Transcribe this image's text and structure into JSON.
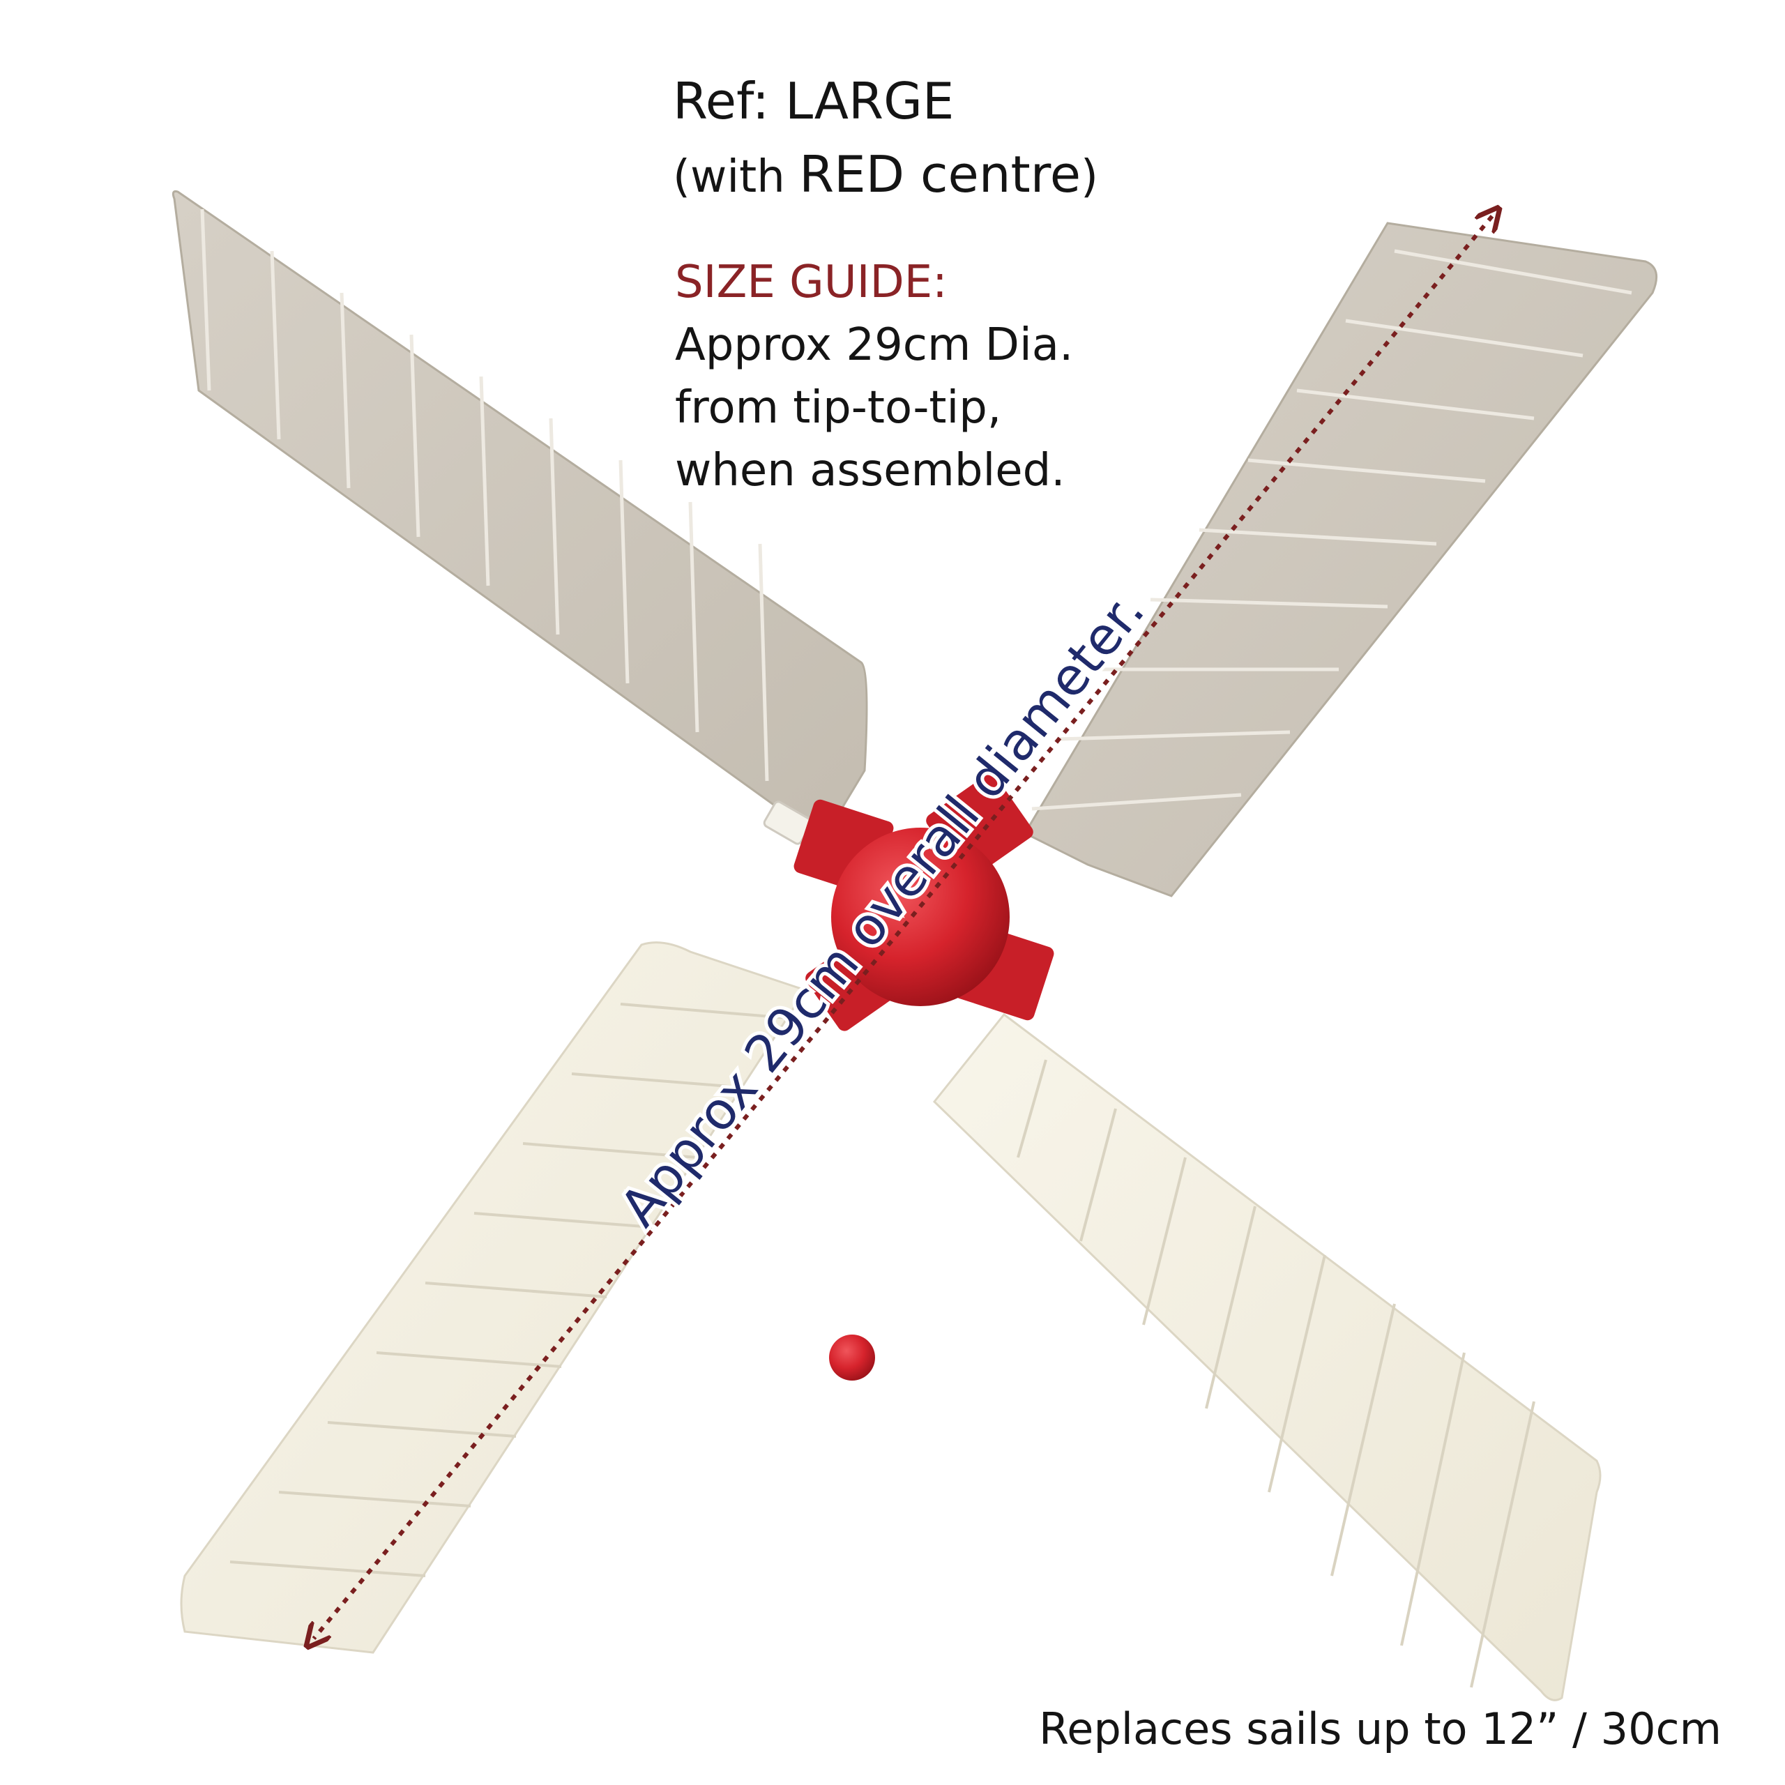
{
  "header": {
    "ref_prefix": "Ref: ",
    "ref_value": "LARGE",
    "sub_open": "(with ",
    "sub_value": "RED centre",
    "sub_close": ")"
  },
  "size_guide": {
    "heading": "SIZE GUIDE:",
    "lines": [
      "Approx 29cm Dia.",
      "from tip-to-tip,",
      "when assembled."
    ]
  },
  "diameter_label": "Approx 29cm overall diameter.",
  "footer_note": "Replaces sails up to 12” / 30cm",
  "colors": {
    "hub_red": "#d6232c",
    "sail_grey": "#cfc9bf",
    "sail_cream": "#f5f1e3",
    "arrow_dark_red": "#7a1f1f",
    "label_navy": "#1f2a6b",
    "heading_red": "#8a2326"
  }
}
